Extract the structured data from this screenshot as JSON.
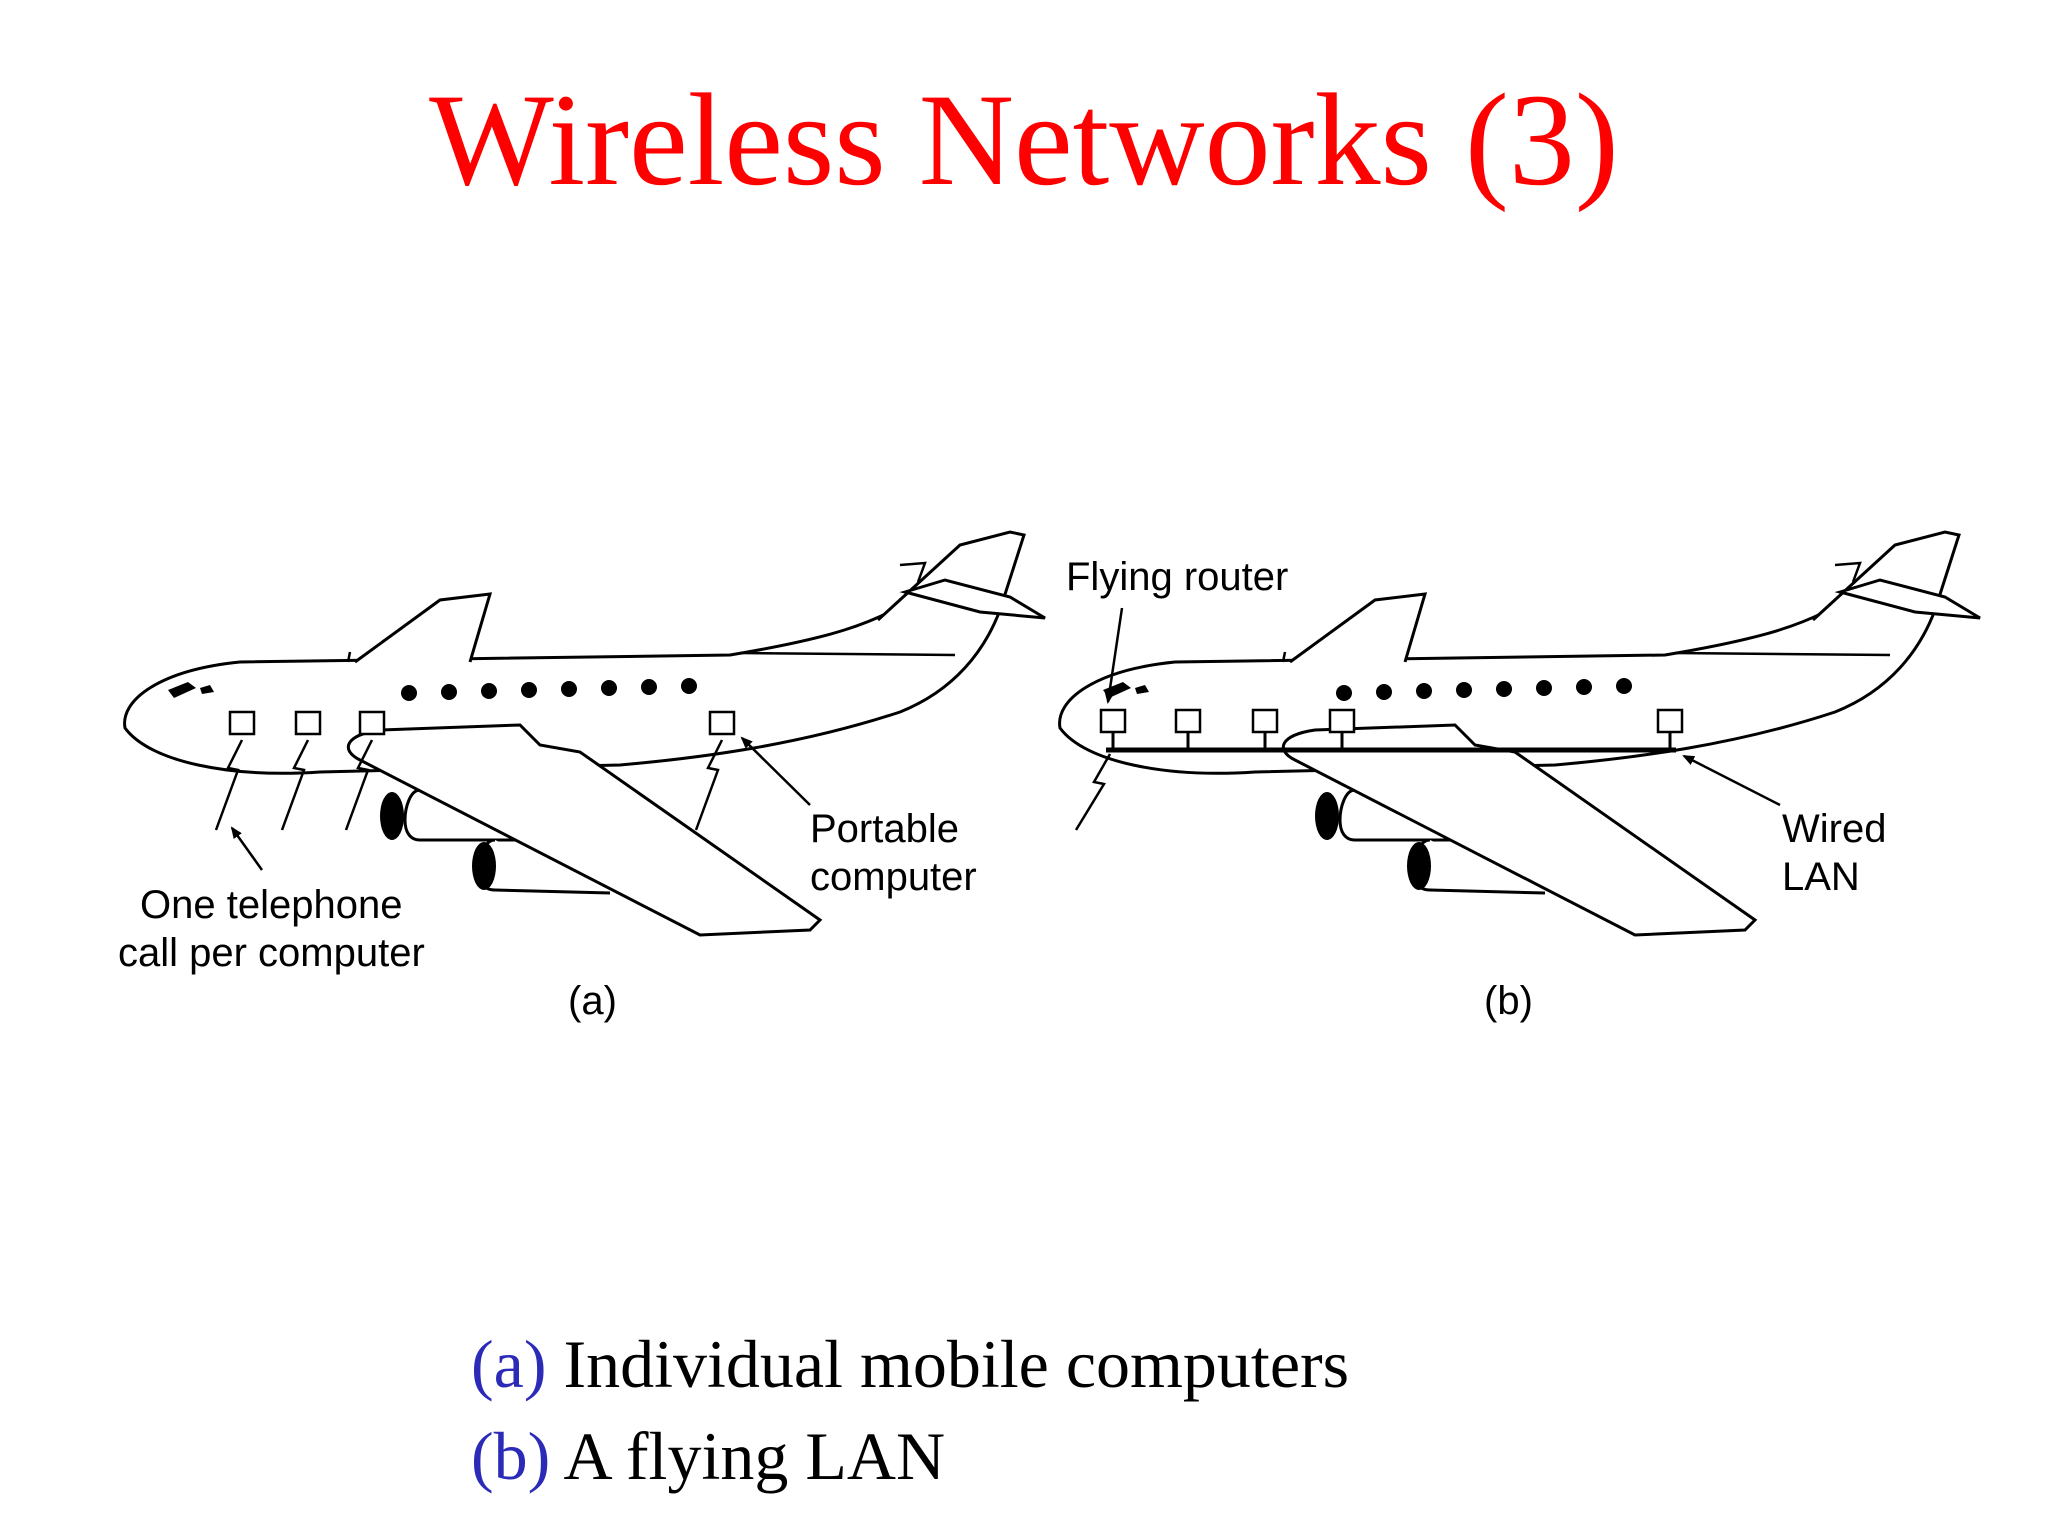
{
  "slide": {
    "title": "Wireless Networks (3)"
  },
  "figure_a": {
    "label": "(a)",
    "label_portable_line1": "Portable",
    "label_portable_line2": "computer",
    "label_call_line1": "One telephone",
    "label_call_line2": "call per computer"
  },
  "figure_b": {
    "label": "(b)",
    "label_router": "Flying router",
    "label_wired_line1": "Wired",
    "label_wired_line2": "LAN"
  },
  "caption": {
    "items": [
      {
        "tag": "(a)",
        "text": "Individual mobile computers"
      },
      {
        "tag": "(b)",
        "text": "A flying LAN"
      }
    ]
  }
}
